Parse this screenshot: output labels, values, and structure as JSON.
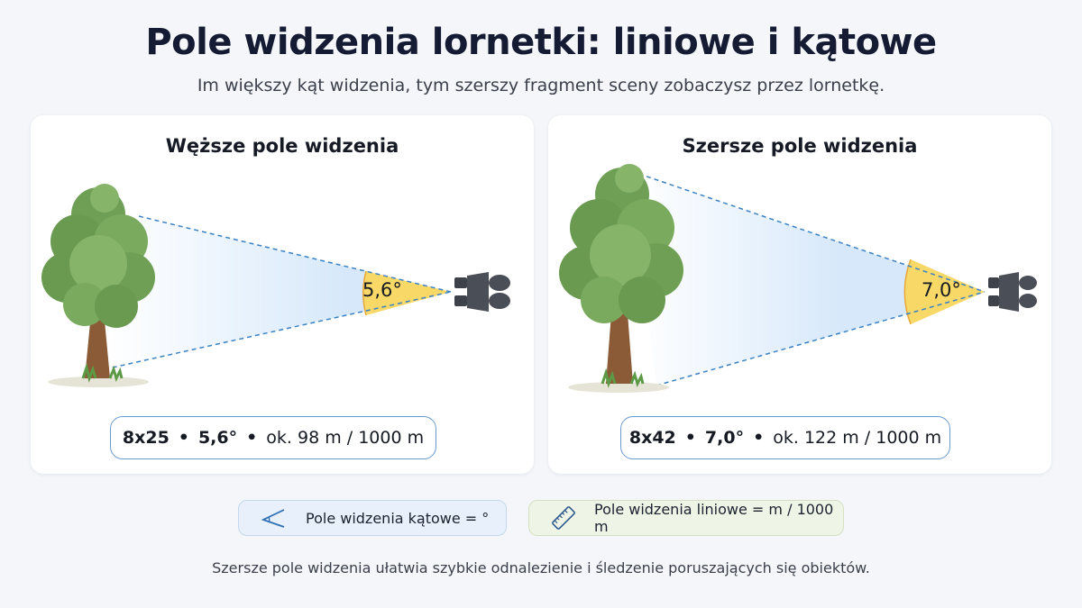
{
  "header": {
    "title": "Pole widzenia lornetki: liniowe i kątowe",
    "subtitle": "Im większy kąt widzenia, tym szerszy fragment sceny zobaczysz przez lornetkę."
  },
  "panels": [
    {
      "title": "Węższe pole widzenia",
      "angle_label": "5,6°",
      "spec": {
        "model": "8x25",
        "sep1": "•",
        "angle": "5,6°",
        "sep2": "•",
        "linear": "ok. 98 m / 1000 m"
      }
    },
    {
      "title": "Szersze pole widzenia",
      "angle_label": "7,0°",
      "spec": {
        "model": "8x42",
        "sep1": "•",
        "angle": "7,0°",
        "sep2": "•",
        "linear": "ok. 122 m / 1000 m"
      }
    }
  ],
  "legend": {
    "angular": {
      "icon": "angle-icon",
      "label": "Pole widzenia kątowe = °"
    },
    "linear": {
      "icon": "ruler-icon",
      "label": "Pole widzenia liniowe = m / 1000 m"
    }
  },
  "footer": {
    "note": "Szersze pole widzenia ułatwia szybkie odnalezienie i śledzenie poruszających się obiektów."
  },
  "colors": {
    "background": "#f4f6fa",
    "cone_blue": "#d6e8fa",
    "dash_blue": "#3b82c4",
    "angle_yellow": "#f8d968",
    "angle_stroke": "#e8a83a",
    "binocular": "#4a4e57",
    "foliage": "#6e9f55",
    "trunk": "#8b5a36",
    "spec_border": "#6a9bd0"
  }
}
